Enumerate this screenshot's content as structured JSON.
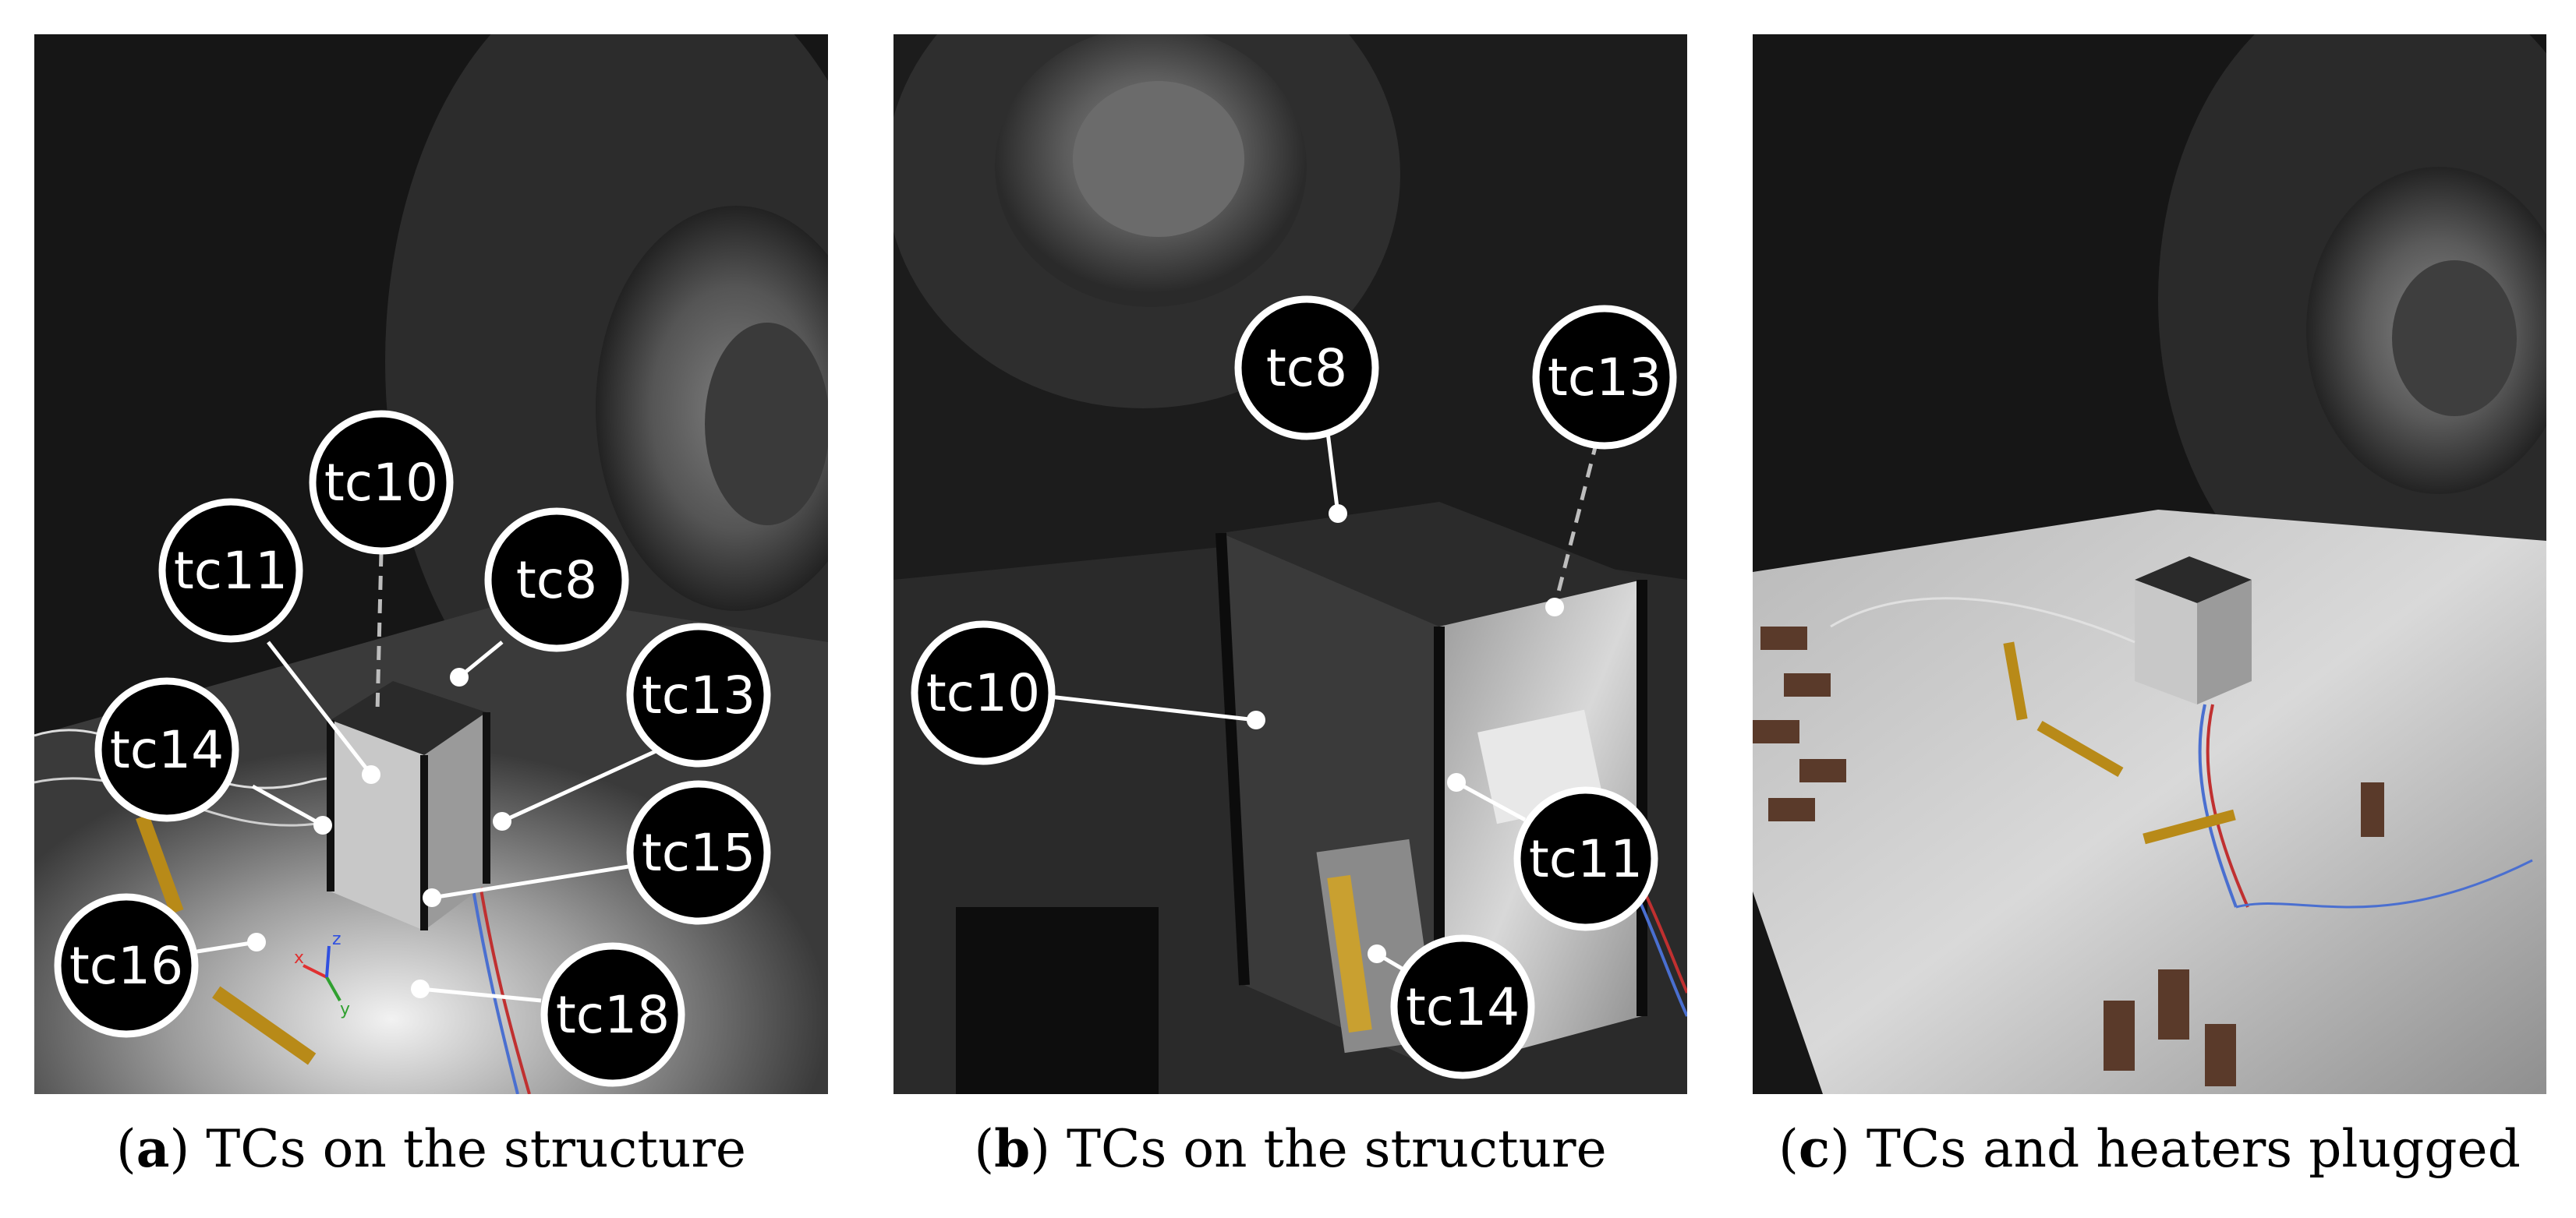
{
  "colors": {
    "callout_fill": "#000000",
    "callout_stroke": "#ffffff",
    "dash": "#bdbdbd"
  },
  "panels": [
    {
      "id": "a",
      "caption": {
        "tag": "a",
        "text": "TCs on the structure"
      },
      "labels": [
        "tc10",
        "tc11",
        "tc8",
        "tc14",
        "tc13",
        "tc15",
        "tc16",
        "tc18"
      ],
      "axes": [
        "x",
        "y",
        "z"
      ]
    },
    {
      "id": "b",
      "caption": {
        "tag": "b",
        "text": "TCs on the structure"
      },
      "labels": [
        "tc8",
        "tc13",
        "tc10",
        "tc11",
        "tc14"
      ]
    },
    {
      "id": "c",
      "caption": {
        "tag": "c",
        "text": "TCs and heaters plugged"
      }
    }
  ]
}
